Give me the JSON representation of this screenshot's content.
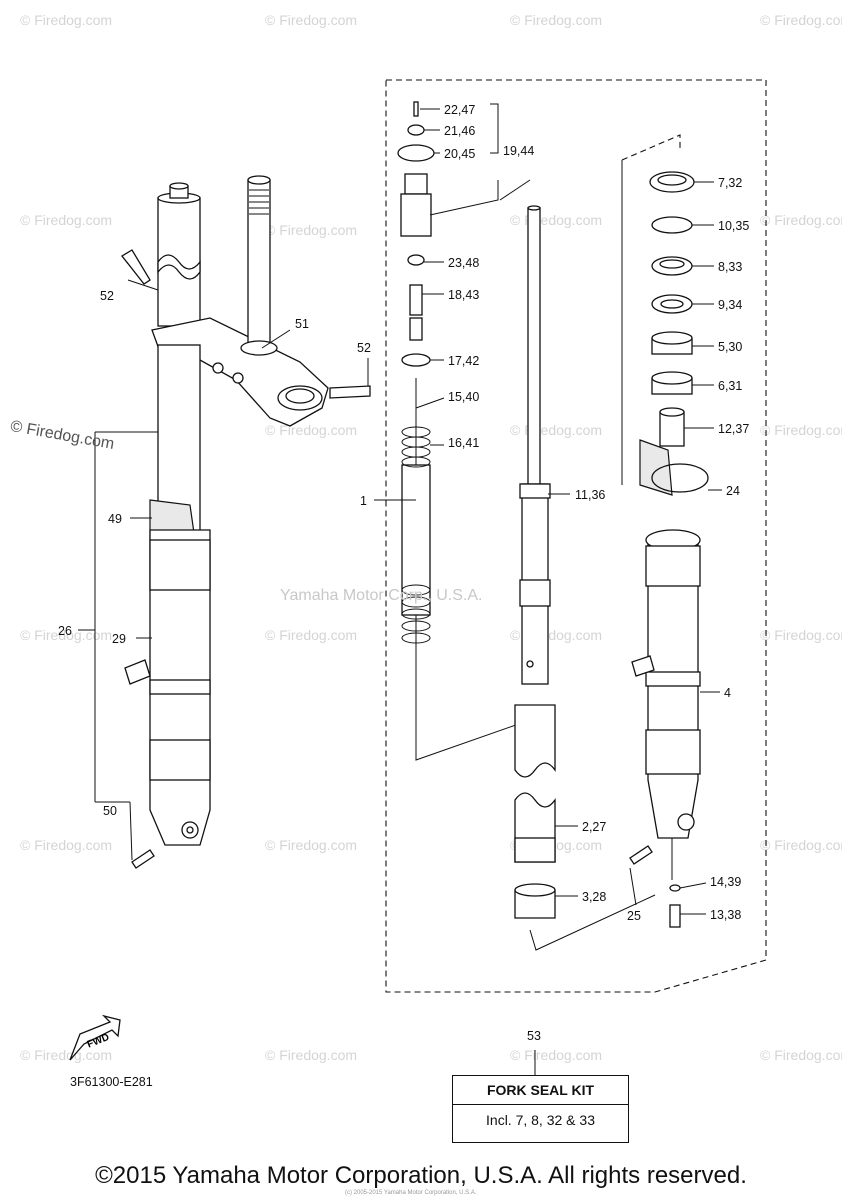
{
  "watermark": "© Firedog.com",
  "center_watermark": "Yamaha Motor Corp., U.S.A.",
  "side_watermark": "© Firedog.com",
  "diagram_id": "3F61300-E281",
  "fwd_label": "FWD",
  "kit": {
    "number": "53",
    "title": "FORK SEAL KIT",
    "includes": "Incl. 7, 8, 32 & 33"
  },
  "footer": "©2015 Yamaha Motor Corporation, U.S.A. All rights reserved.",
  "footer_small": "(c) 2005-2015 Yamaha Motor Corporation, U.S.A.",
  "labels": {
    "l1": "1",
    "l4": "4",
    "l11": "11,36",
    "l12": "12,37",
    "l13": "13,38",
    "l14": "14,39",
    "l15": "15,40",
    "l16": "16,41",
    "l17": "17,42",
    "l18": "18,43",
    "l19": "19,44",
    "l20": "20,45",
    "l21": "21,46",
    "l22": "22,47",
    "l23": "23,48",
    "l24": "24",
    "l25": "25",
    "l26": "26",
    "l29": "29",
    "l49": "49",
    "l50": "50",
    "l51": "51",
    "l52a": "52",
    "l52b": "52",
    "l2": "2,27",
    "l3": "3,28",
    "l7": "7,32",
    "l10": "10,35",
    "l8": "8,33",
    "l9": "9,34",
    "l5": "5,30",
    "l6": "6,31"
  }
}
